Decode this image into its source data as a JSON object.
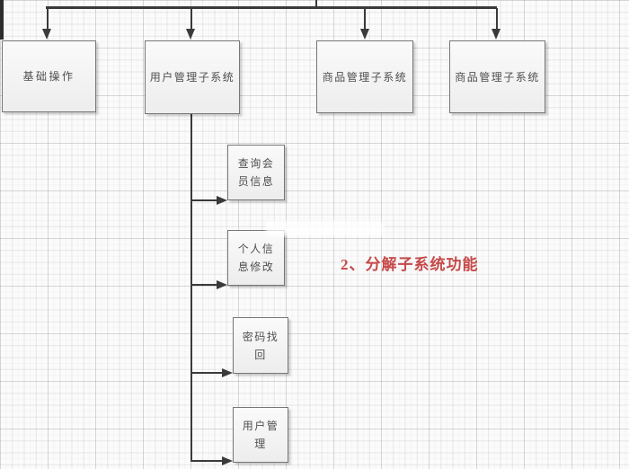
{
  "diagram": {
    "top_nodes": [
      {
        "label": "基础操作"
      },
      {
        "label": "用户管理子系统"
      },
      {
        "label": "商品管理子系统"
      },
      {
        "label": "商品管理子系统"
      }
    ],
    "sub_nodes": [
      {
        "line1": "查询会",
        "line2": "员信息"
      },
      {
        "line1": "个人信",
        "line2": "息修改"
      },
      {
        "line1": "密码找",
        "line2": "回"
      },
      {
        "line1": "用户管",
        "line2": "理"
      }
    ],
    "annotation": {
      "text": "2、分解子系统功能",
      "color": "#c64949"
    },
    "colors": {
      "connector": "#3a3a3a",
      "node_border": "#777777",
      "node_fill_top": "#fafafa",
      "node_fill_bottom": "#ededed",
      "node_text": "#4f4f4f",
      "background": "#fbfbfb"
    }
  }
}
